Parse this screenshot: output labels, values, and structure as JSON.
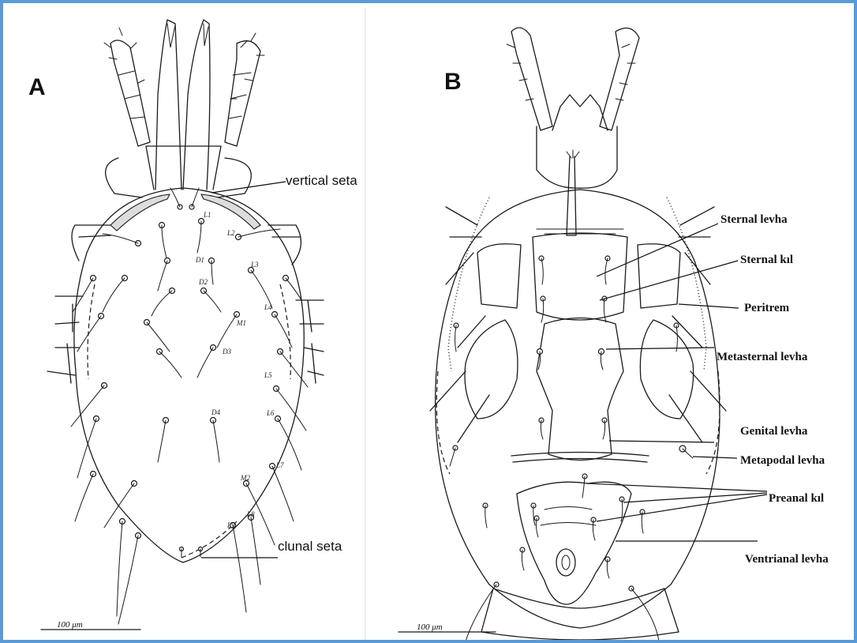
{
  "panel_a": {
    "letter": "A",
    "label_vertical_seta": "vertical seta",
    "label_clunal_seta": "clunal seta",
    "scale_bar": "100 μm",
    "seta_codes": [
      "L1",
      "L2",
      "D1",
      "L3",
      "D2",
      "L4",
      "M1",
      "D3",
      "L5",
      "D4",
      "L6",
      "L7",
      "M2",
      "L8",
      "L9"
    ]
  },
  "panel_b": {
    "letter": "B",
    "labels": {
      "sternal_levha": "Sternal levha",
      "sternal_kil": "Sternal kıl",
      "peritrem": "Peritrem",
      "metasternal_levha": "Metasternal levha",
      "genital_levha": "Genital levha",
      "metapodal_levha": "Metapodal levha",
      "preanal_kil": "Preanal kıl",
      "ventrianal_levha": "Ventrianal levha"
    },
    "scale_bar": "100 μm"
  },
  "colors": {
    "frame_border": "#5b9bd5",
    "ink": "#1a1a1a",
    "background": "#ffffff"
  }
}
